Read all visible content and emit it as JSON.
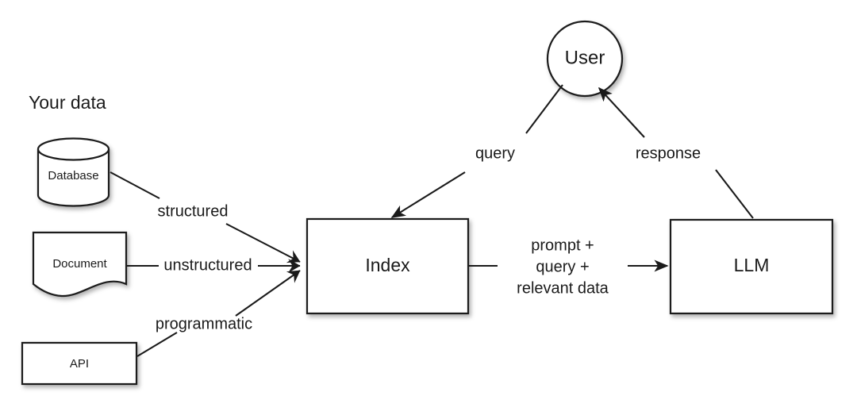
{
  "diagram": {
    "title": "Your data",
    "background_color": "#ffffff",
    "stroke_color": "#1a1a1a",
    "fill_color": "#ffffff",
    "nodes": [
      {
        "id": "database",
        "label": "Database",
        "shape": "cylinder"
      },
      {
        "id": "document",
        "label": "Document",
        "shape": "document"
      },
      {
        "id": "api",
        "label": "API",
        "shape": "rectangle"
      },
      {
        "id": "index",
        "label": "Index",
        "shape": "rectangle"
      },
      {
        "id": "llm",
        "label": "LLM",
        "shape": "rectangle"
      },
      {
        "id": "user",
        "label": "User",
        "shape": "circle"
      }
    ],
    "edges": [
      {
        "id": "database-index",
        "from": "database",
        "to": "index",
        "label": "structured",
        "arrowhead": "filled-at-index"
      },
      {
        "id": "document-index",
        "from": "document",
        "to": "index",
        "label": "unstructured",
        "arrowhead": "filled-at-index"
      },
      {
        "id": "api-index",
        "from": "api",
        "to": "index",
        "label": "programmatic",
        "arrowhead": "filled-at-index"
      },
      {
        "id": "user-index",
        "from": "user",
        "to": "index",
        "label": "query",
        "arrowhead": "at-index"
      },
      {
        "id": "index-llm",
        "from": "index",
        "to": "llm",
        "label": "prompt +\nquery +\nrelevant data",
        "arrowhead": "at-llm"
      },
      {
        "id": "llm-user",
        "from": "llm",
        "to": "user",
        "label": "response",
        "arrowhead": "at-user"
      }
    ],
    "edge_labels": {
      "structured": "structured",
      "unstructured": "unstructured",
      "programmatic": "programmatic",
      "query": "query",
      "response": "response",
      "prompt_line1": "prompt +",
      "prompt_line2": "query +",
      "prompt_line3": "relevant data"
    }
  }
}
